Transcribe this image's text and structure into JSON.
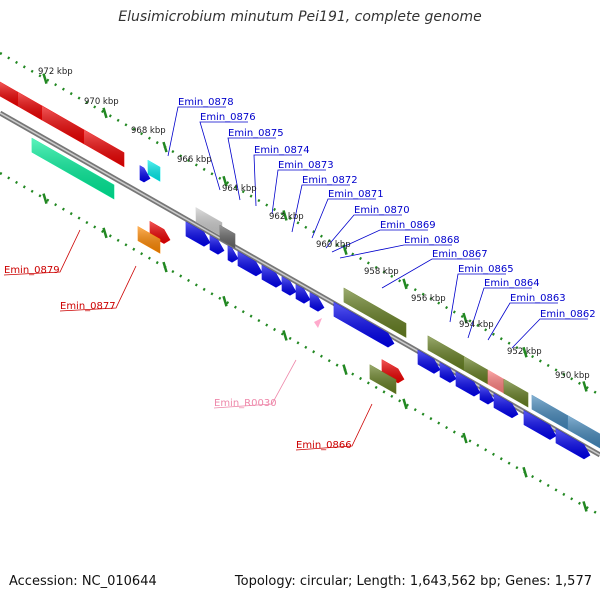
{
  "title": "Elusimicrobium minutum Pei191, complete genome",
  "footer": {
    "accession": "Accession: NC_010644",
    "topology": "Topology: circular; Length: 1,643,562 bp; Genes: 1,577"
  },
  "scale_labels": [
    "972 kbp",
    "970 kbp",
    "968 kbp",
    "966 kbp",
    "964 kbp",
    "962 kbp",
    "960 kbp",
    "958 kbp",
    "956 kbp",
    "954 kbp",
    "952 kbp",
    "950 kbp"
  ],
  "gene_labels_top": [
    "Emin_0878",
    "Emin_0876",
    "Emin_0875",
    "Emin_0874",
    "Emin_0873",
    "Emin_0872",
    "Emin_0871",
    "Emin_0870",
    "Emin_0869",
    "Emin_0868",
    "Emin_0867",
    "Emin_0865",
    "Emin_0864",
    "Emin_0863",
    "Emin_0862"
  ],
  "gene_labels_bottom": [
    "Emin_0879",
    "Emin_0877",
    "Emin_R0030",
    "Emin_0866"
  ],
  "colors": {
    "top_label": "#0000cc",
    "bottom_label": "#cc0000",
    "rna_label": "#ee88aa",
    "tick_dots": "#228822",
    "backbone": "#888888",
    "cds_forward": "#0000ee",
    "cds_red": "#ee0000",
    "cds_green": "#667f22",
    "cds_teal": "#00ee99",
    "cds_cyan": "#00eeee",
    "cds_orange": "#ff8800",
    "cds_steel": "#4488bb",
    "cds_gray": "#cccccc",
    "cds_darkgray": "#666666",
    "cds_salmon": "#ff8080"
  }
}
